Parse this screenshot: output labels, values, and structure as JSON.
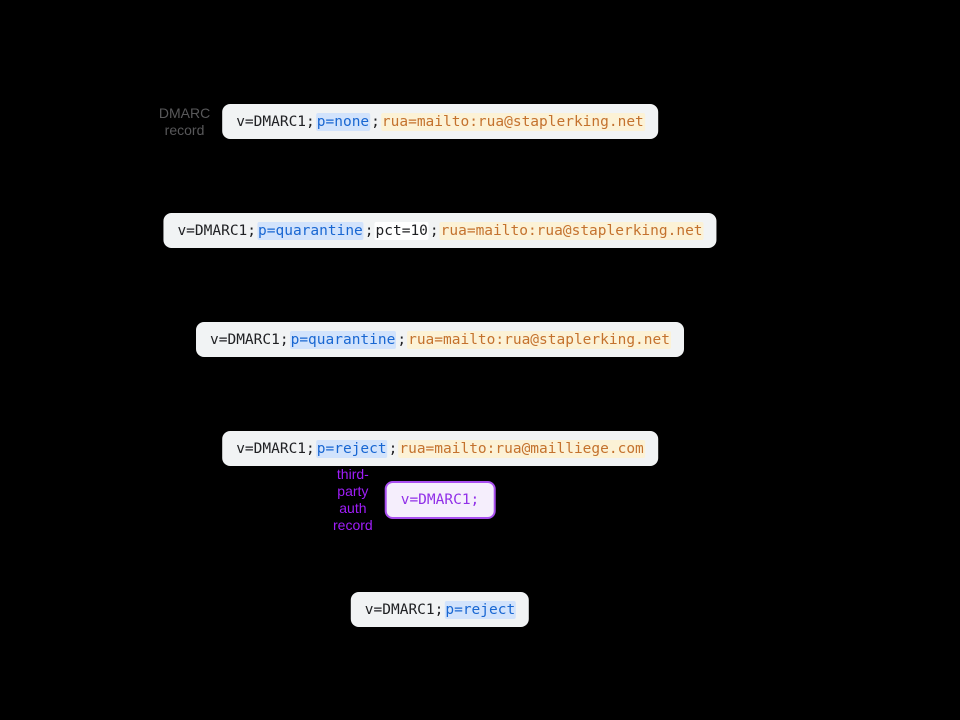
{
  "theme": {
    "background": "#000000",
    "box_bg": "#f1f3f4",
    "text_plain": "#202124",
    "blue_bg": "#d2e3fc",
    "blue_text": "#1967d2",
    "orange_bg": "#fcf2d6",
    "orange_text": "#c4722e",
    "white_bg": "#ffffff",
    "label_gray": "#58585a",
    "purple_label": "#a01efa",
    "purple_border": "#a94ef0",
    "purple_bg": "#f5eefc",
    "purple_text": "#9130e8"
  },
  "labels": {
    "dmarc_record": "DMARC\nrecord",
    "third_party_auth": "third-party\nauth record"
  },
  "records": [
    {
      "segments": [
        {
          "text": "v=DMARC1;",
          "highlight": "plain"
        },
        {
          "text": "p=none",
          "highlight": "blue"
        },
        {
          "text": ";",
          "highlight": "plain",
          "nospace": true
        },
        {
          "text": "rua=mailto:rua@staplerking.net",
          "highlight": "orange"
        }
      ]
    },
    {
      "segments": [
        {
          "text": "v=DMARC1;",
          "highlight": "plain"
        },
        {
          "text": "p=quarantine",
          "highlight": "blue"
        },
        {
          "text": ";",
          "highlight": "plain",
          "nospace": true
        },
        {
          "text": "pct=10",
          "highlight": "white"
        },
        {
          "text": ";",
          "highlight": "plain",
          "nospace": true
        },
        {
          "text": "rua=mailto:rua@staplerking.net",
          "highlight": "orange"
        }
      ]
    },
    {
      "segments": [
        {
          "text": "v=DMARC1;",
          "highlight": "plain"
        },
        {
          "text": "p=quarantine",
          "highlight": "blue"
        },
        {
          "text": ";",
          "highlight": "plain",
          "nospace": true
        },
        {
          "text": "rua=mailto:rua@staplerking.net",
          "highlight": "orange"
        }
      ]
    },
    {
      "segments": [
        {
          "text": "v=DMARC1;",
          "highlight": "plain"
        },
        {
          "text": "p=reject",
          "highlight": "blue"
        },
        {
          "text": ";",
          "highlight": "plain",
          "nospace": true
        },
        {
          "text": "rua=mailto:rua@mailliege.com",
          "highlight": "orange"
        }
      ]
    },
    {
      "segments": [
        {
          "text": "v=DMARC1;",
          "highlight": "purple"
        }
      ]
    },
    {
      "segments": [
        {
          "text": "v=DMARC1;",
          "highlight": "plain"
        },
        {
          "text": "p=reject",
          "highlight": "blue"
        }
      ]
    }
  ]
}
